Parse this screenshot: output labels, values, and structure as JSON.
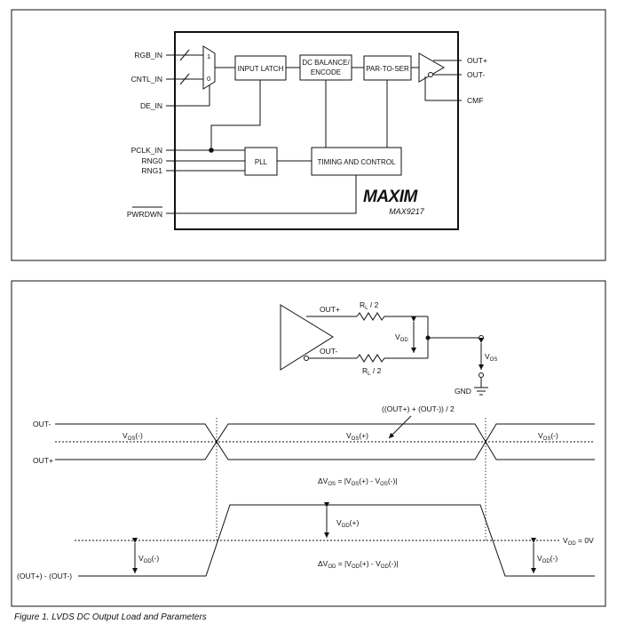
{
  "block_diagram": {
    "inputs": {
      "rgb_in": "RGB_IN",
      "cntl_in": "CNTL_IN",
      "de_in": "DE_IN",
      "pclk_in": "PCLK_IN",
      "rng0": "RNG0",
      "rng1": "RNG1",
      "pwrdwn": "PWRDWN"
    },
    "mux": {
      "in1": "1",
      "in0": "0"
    },
    "blocks": {
      "input_latch": "INPUT LATCH",
      "dc_balance_line1": "DC BALANCE/",
      "dc_balance_line2": "ENCODE",
      "par_to_ser": "PAR-TO-SER",
      "pll": "PLL",
      "timing_control": "TIMING AND CONTROL"
    },
    "outputs": {
      "out_plus": "OUT+",
      "out_minus": "OUT-",
      "cmf": "CMF"
    },
    "logo": "MAXIM",
    "part_number": "MAX9217"
  },
  "load_diagram": {
    "out_plus": "OUT+",
    "out_minus": "OUT-",
    "rl_top": "R",
    "rl_top_sub": "L",
    "rl_top_suffix": " / 2",
    "rl_bottom": "R",
    "rl_bottom_sub": "L",
    "rl_bottom_suffix": " / 2",
    "vod": "V",
    "vod_sub": "OD",
    "vos": "V",
    "vos_sub": "OS",
    "gnd": "GND"
  },
  "waveform": {
    "out_minus": "OUT-",
    "out_plus": "OUT+",
    "avg_formula": "((OUT+) + (OUT-)) / 2",
    "vos_minus_left": {
      "v": "V",
      "sub": "OS",
      "tail": "(-)"
    },
    "vos_plus": {
      "v": "V",
      "sub": "OS",
      "tail": "(+)"
    },
    "vos_minus_right": {
      "v": "V",
      "sub": "OS",
      "tail": "(-)"
    },
    "delta_vos": {
      "pre": "ΔV",
      "sub": "OS",
      "mid": " = |V",
      "sub2": "OS",
      "mid2": "(+) - V",
      "sub3": "OS",
      "tail": "(-)|"
    },
    "vod_plus": {
      "v": "V",
      "sub": "OD",
      "tail": "(+)"
    },
    "vod_minus": {
      "v": "V",
      "sub": "OD",
      "tail": "(-)"
    },
    "vod_zero": {
      "pre": "V",
      "sub": "OD",
      "tail": " = 0V"
    },
    "delta_vod": {
      "pre": "ΔV",
      "sub": "OD",
      "mid": " = |V",
      "sub2": "OD",
      "mid2": "(+) - V",
      "sub3": "OD",
      "tail": "(-)|"
    },
    "diff_label": "(OUT+) - (OUT-)"
  },
  "caption": "Figure 1. LVDS DC Output Load and Parameters"
}
